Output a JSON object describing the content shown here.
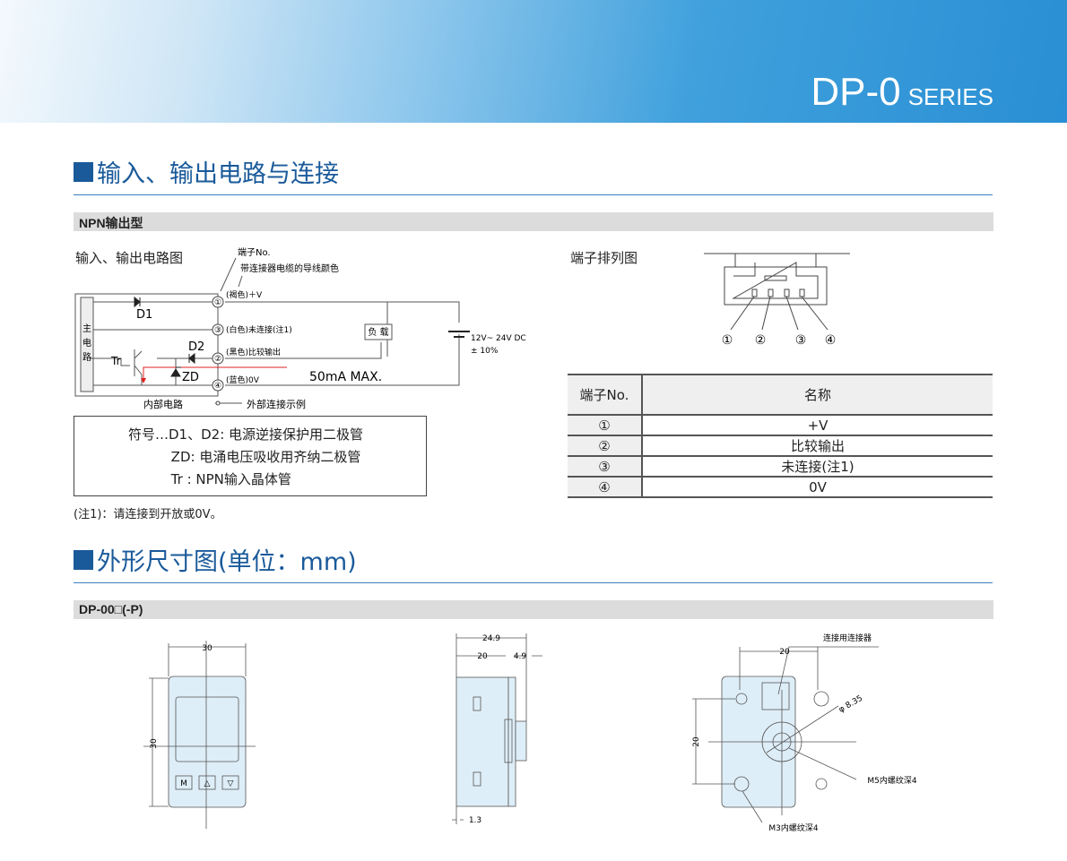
{
  "header": {
    "title": "DP-0",
    "subtitle": "SERIES"
  },
  "section1": {
    "title": "输入、输出电路与连接",
    "subheader": "NPN输出型",
    "circuit": {
      "title": "输入、输出电路图",
      "terminal_no": "端子No.",
      "wire_color": "带连接器电缆的导线颜色",
      "t1": "(褐色)＋V",
      "t3": "(白色)未连接(注1)",
      "t2": "(黑色)比较输出",
      "t4": "(蓝色)0V",
      "d1": "D1",
      "d2": "D2",
      "zd": "ZD",
      "tr": "Tr",
      "main_circuit": [
        "主",
        "电",
        "路"
      ],
      "load": "负 载",
      "supply": "12V~ 24V DC",
      "tolerance": "± 10%",
      "current": "50mA MAX.",
      "internal": "内部电路",
      "external": "外部连接示例",
      "circled": [
        "①",
        "③",
        "②",
        "④"
      ]
    },
    "legend": [
      "符号…D1、D2: 电源逆接保护用二极管",
      "          ZD: 电涌电压吸收用齐纳二极管",
      "          Tr : NPN输入晶体管"
    ],
    "note": "(注1)：请连接到开放或0V。",
    "pinout": {
      "title": "端子排列图",
      "pins": [
        "①",
        "②",
        "③",
        "④"
      ]
    },
    "table": {
      "headers": [
        "端子No.",
        "名称"
      ],
      "rows": [
        [
          "①",
          "+V"
        ],
        [
          "②",
          "比较输出"
        ],
        [
          "③",
          "未连接(注1)"
        ],
        [
          "④",
          "0V"
        ]
      ]
    }
  },
  "section2": {
    "title": "外形尺寸图(单位：mm)",
    "subheader": "DP-00□(-P)",
    "front": {
      "width": "30",
      "height": "30",
      "buttons": [
        "M",
        "△",
        "▽"
      ]
    },
    "side": {
      "total": "24.9",
      "body": "20",
      "protrusion": "4.9",
      "foot": "1.3"
    },
    "back": {
      "pitch_h": "20",
      "pitch_v": "20",
      "connector": "连接用连接器",
      "diameter": "φ 8.35",
      "m5": "M5内螺纹深4",
      "m3": "M3内螺纹深4"
    }
  },
  "colors": {
    "accent": "#1a5a9a",
    "current_arrow": "#e02020",
    "body_fill": "#deeef8"
  }
}
